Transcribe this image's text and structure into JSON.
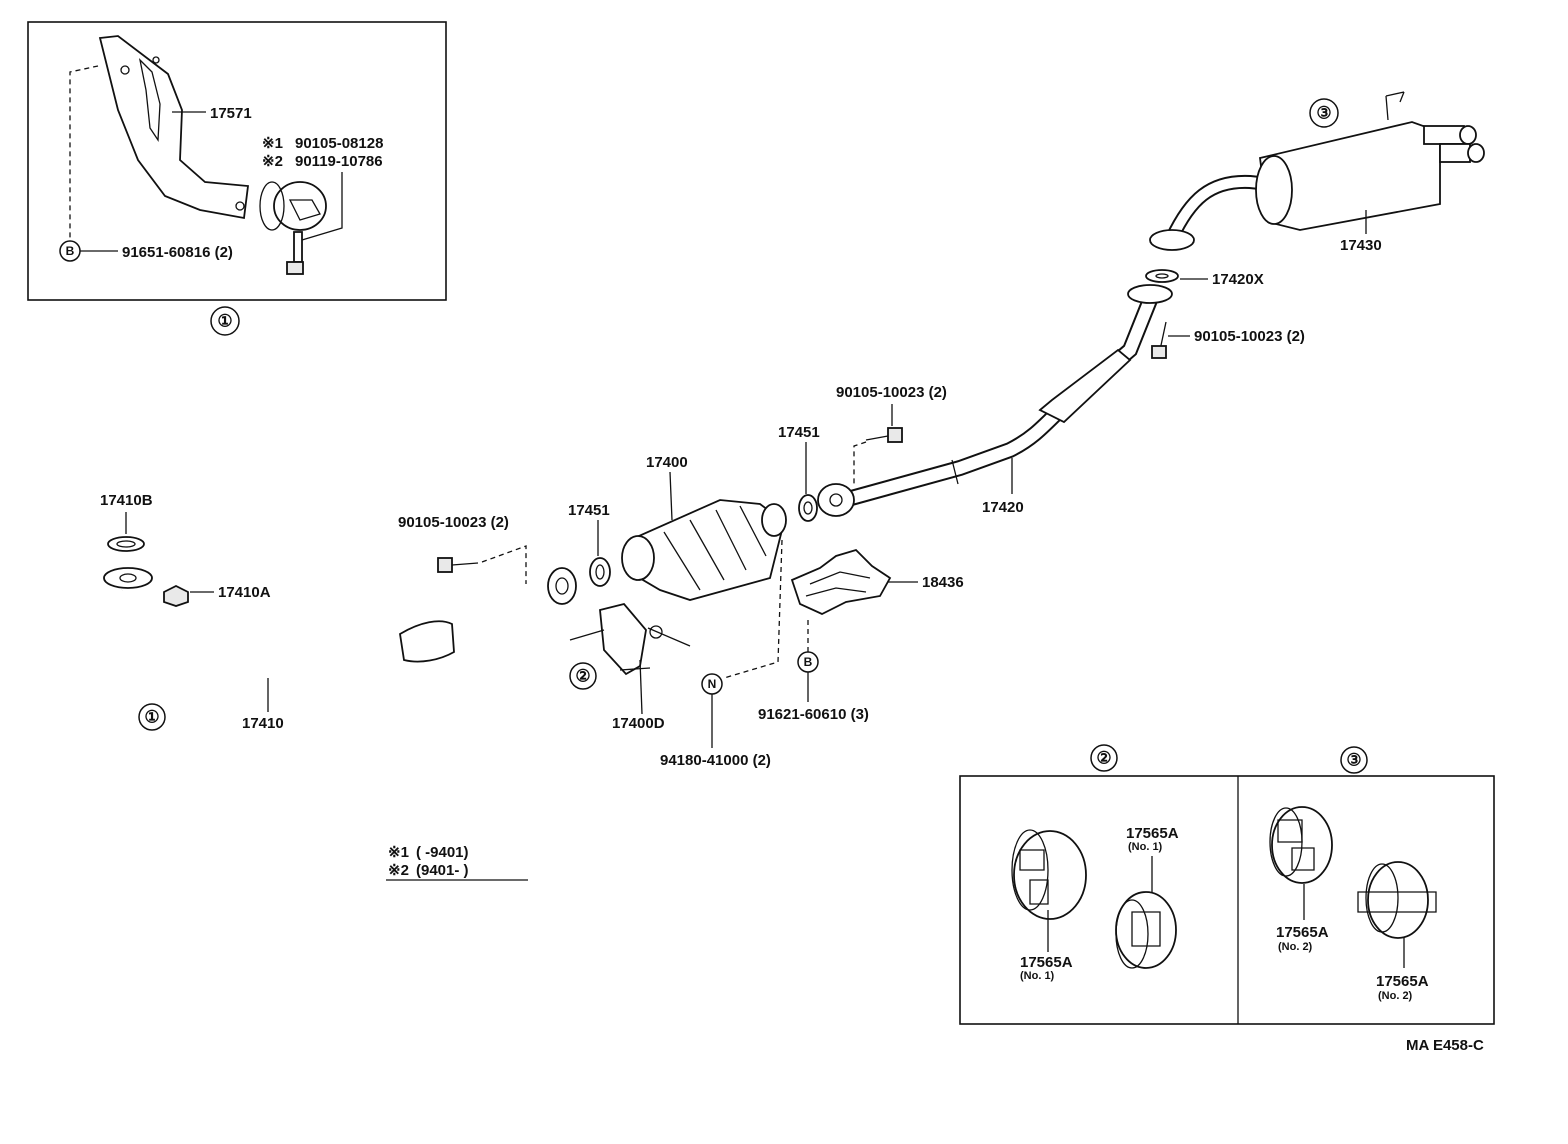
{
  "diagram_code": "MA E458-C",
  "groups": {
    "g1": "①",
    "g2": "②",
    "g3": "③"
  },
  "markers": {
    "b": "B",
    "n": "N"
  },
  "labels": {
    "p17571": "17571",
    "note1_mark": "※1",
    "note1_part": "90105-08128",
    "note2_mark": "※2",
    "note2_part": "90119-10786",
    "p91651": "91651-60816 (2)",
    "p17410B": "17410B",
    "p17410A": "17410A",
    "p17410": "17410",
    "p90105_a": "90105-10023 (2)",
    "p17451_a": "17451",
    "p17400": "17400",
    "p17400D": "17400D",
    "p17451_b": "17451",
    "p90105_b": "90105-10023 (2)",
    "p18436": "18436",
    "p94180": "94180-41000 (2)",
    "p91621": "91621-60610 (3)",
    "p17420": "17420",
    "p90105_c": "90105-10023 (2)",
    "p17420X": "17420X",
    "p17430": "17430"
  },
  "legend": {
    "row1_mark": "※1",
    "row1_range": "(      -9401)",
    "row2_mark": "※2",
    "row2_range": "(9401-       )"
  },
  "hangers": {
    "g2_top_part": "17565A",
    "g2_top_no": "(No. 1)",
    "g2_bottom_part": "17565A",
    "g2_bottom_no": "(No. 1)",
    "g3_top_part": "17565A",
    "g3_top_no": "(No. 2)",
    "g3_bottom_part": "17565A",
    "g3_bottom_no": "(No. 2)"
  }
}
